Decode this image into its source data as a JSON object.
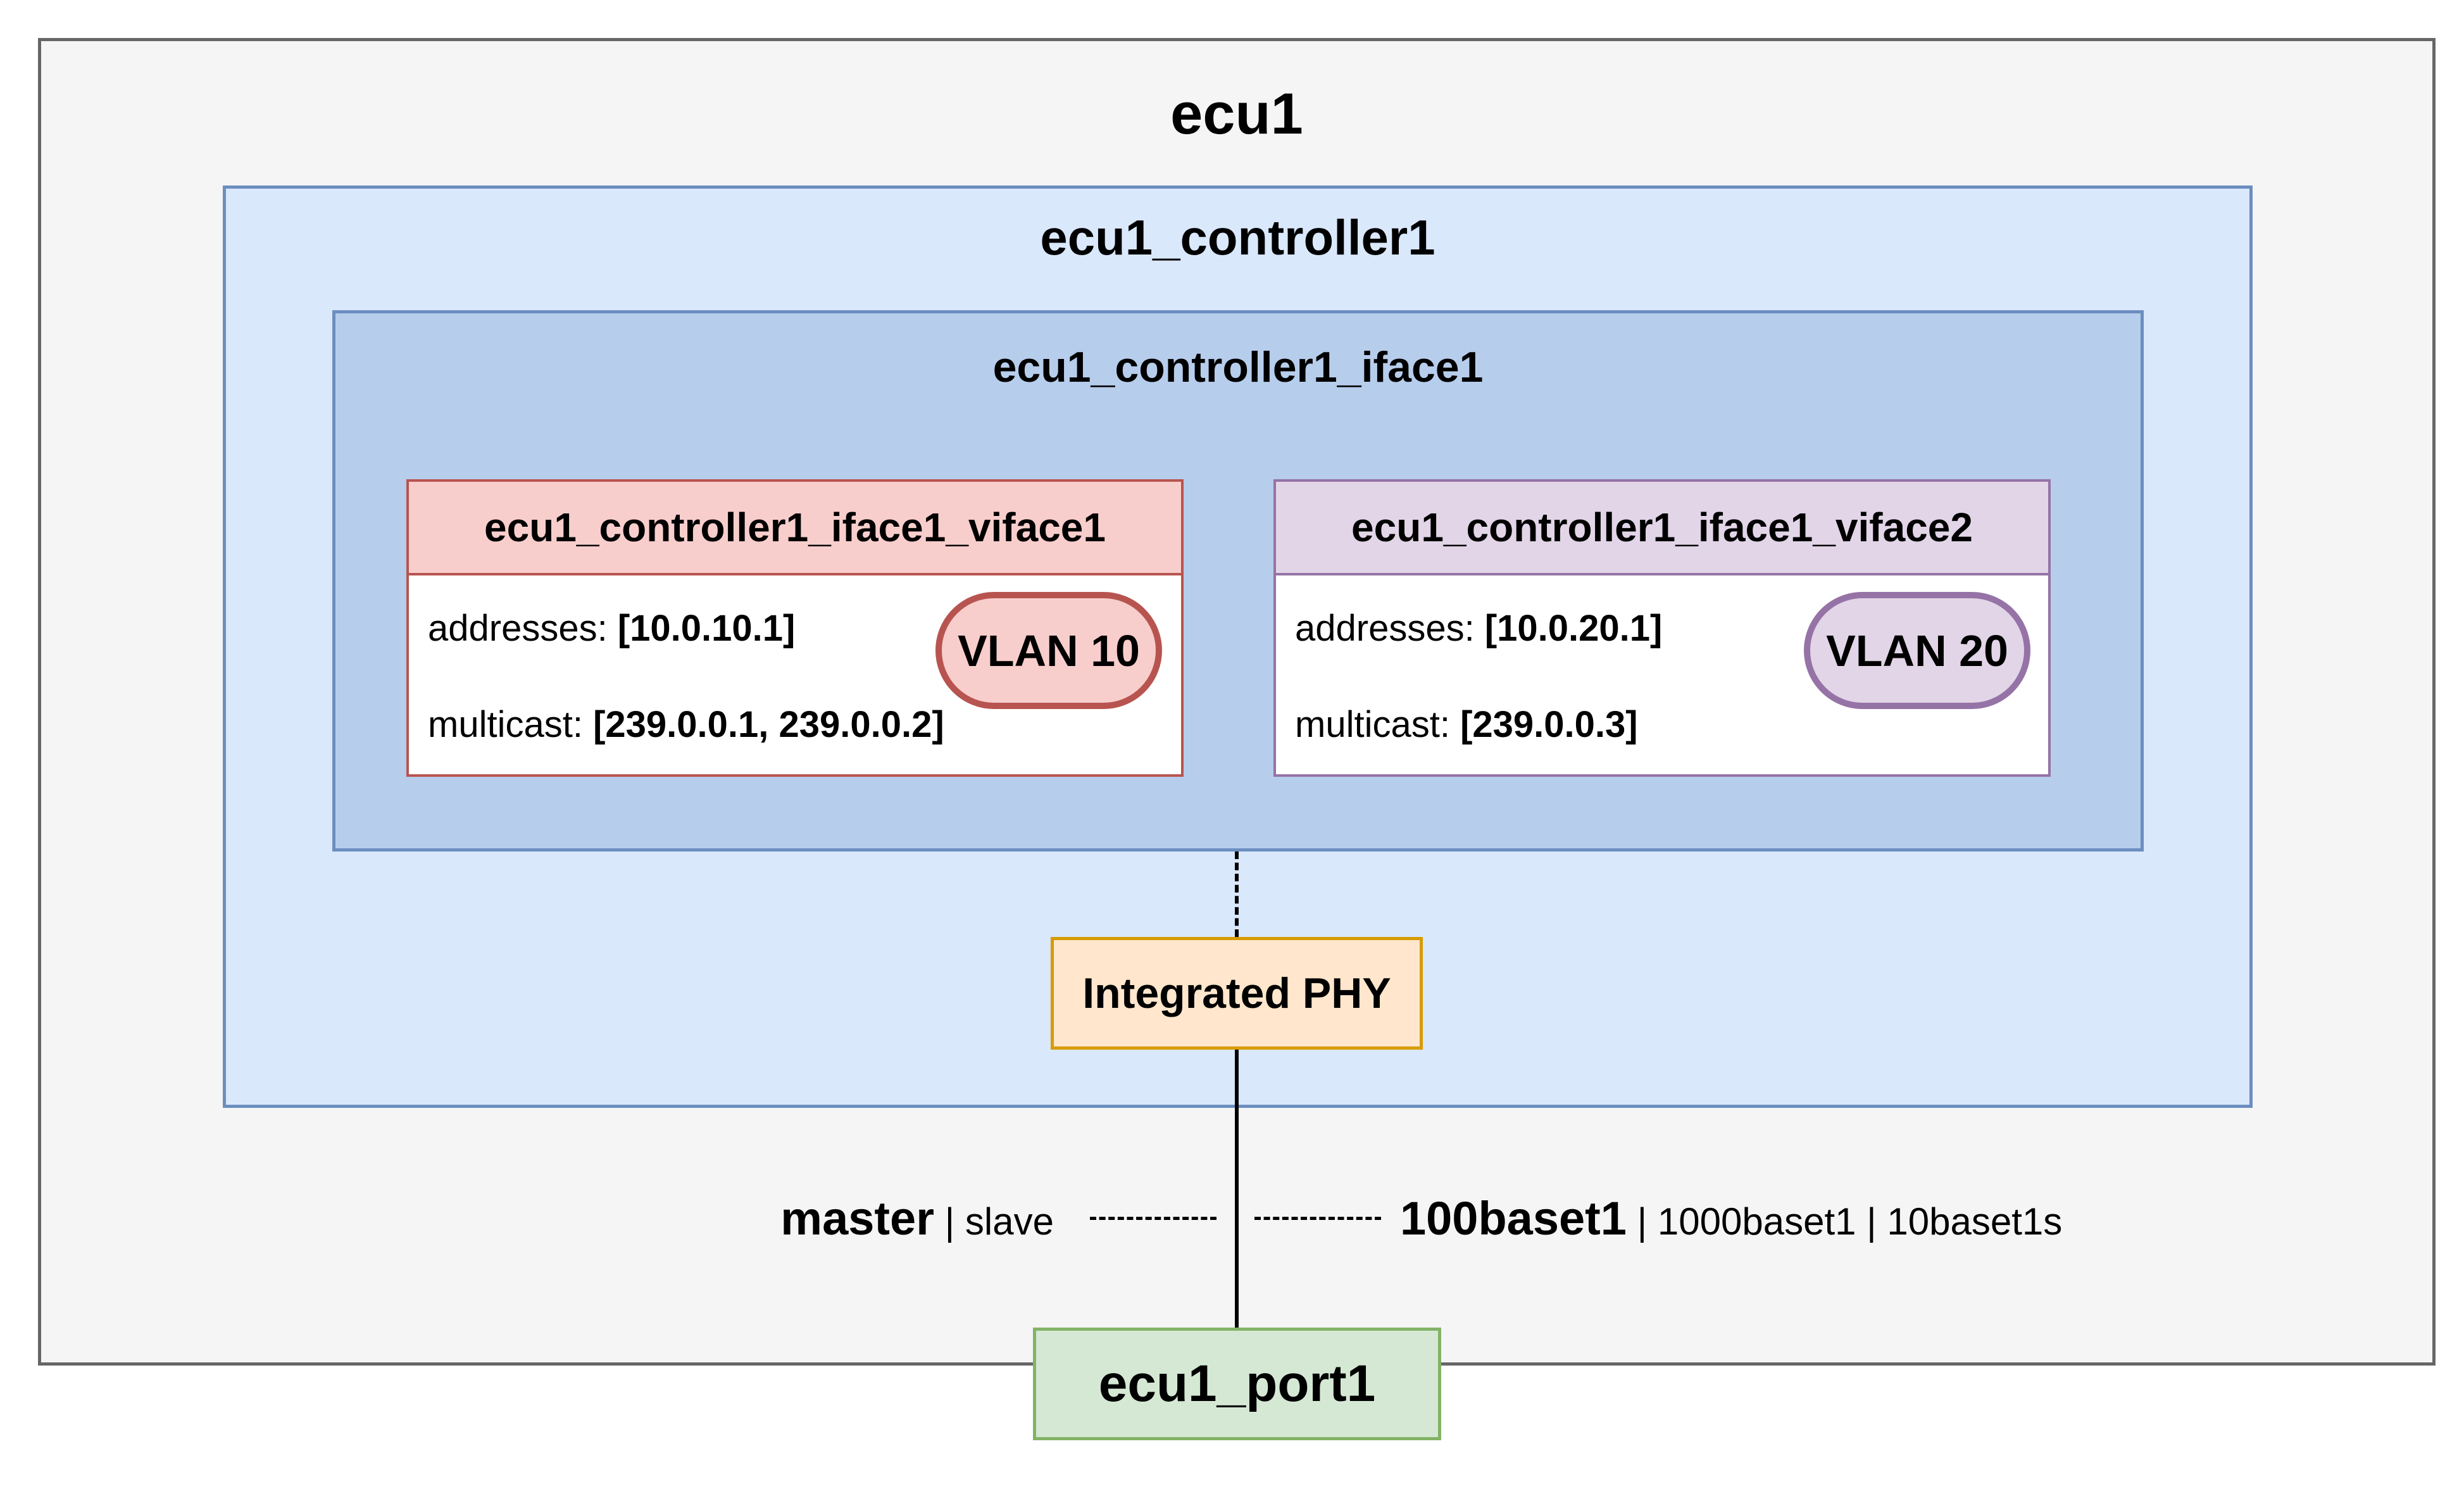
{
  "ecu": {
    "title": "ecu1"
  },
  "controller": {
    "title": "ecu1_controller1"
  },
  "iface": {
    "title": "ecu1_controller1_iface1"
  },
  "vifaces": [
    {
      "title": "ecu1_controller1_iface1_viface1",
      "addresses_label": "addresses:",
      "addresses_value": "[10.0.10.1]",
      "multicast_label": "multicast:",
      "multicast_value": "[239.0.0.1, 239.0.0.2]",
      "vlan": "VLAN 10",
      "colors": {
        "fill": "#f8cecc",
        "stroke": "#b85450"
      }
    },
    {
      "title": "ecu1_controller1_iface1_viface2",
      "addresses_label": "addresses:",
      "addresses_value": "[10.0.20.1]",
      "multicast_label": "multicast:",
      "multicast_value": "[239.0.0.3]",
      "vlan": "VLAN 20",
      "colors": {
        "fill": "#e1d5e7",
        "stroke": "#9673a6"
      }
    }
  ],
  "phy": {
    "label": "Integrated PHY"
  },
  "port": {
    "label": "ecu1_port1"
  },
  "link": {
    "role_selected": "master",
    "role_others": "| slave",
    "speed_selected": "100baset1",
    "speed_others": "| 1000baset1 | 10baset1s"
  },
  "colors": {
    "ecu_fill": "#f5f5f5",
    "controller_fill": "#dae8fc",
    "iface_fill": "#b7cdec",
    "phy_fill": "#ffe6cc",
    "port_fill": "#d5e8d4"
  }
}
